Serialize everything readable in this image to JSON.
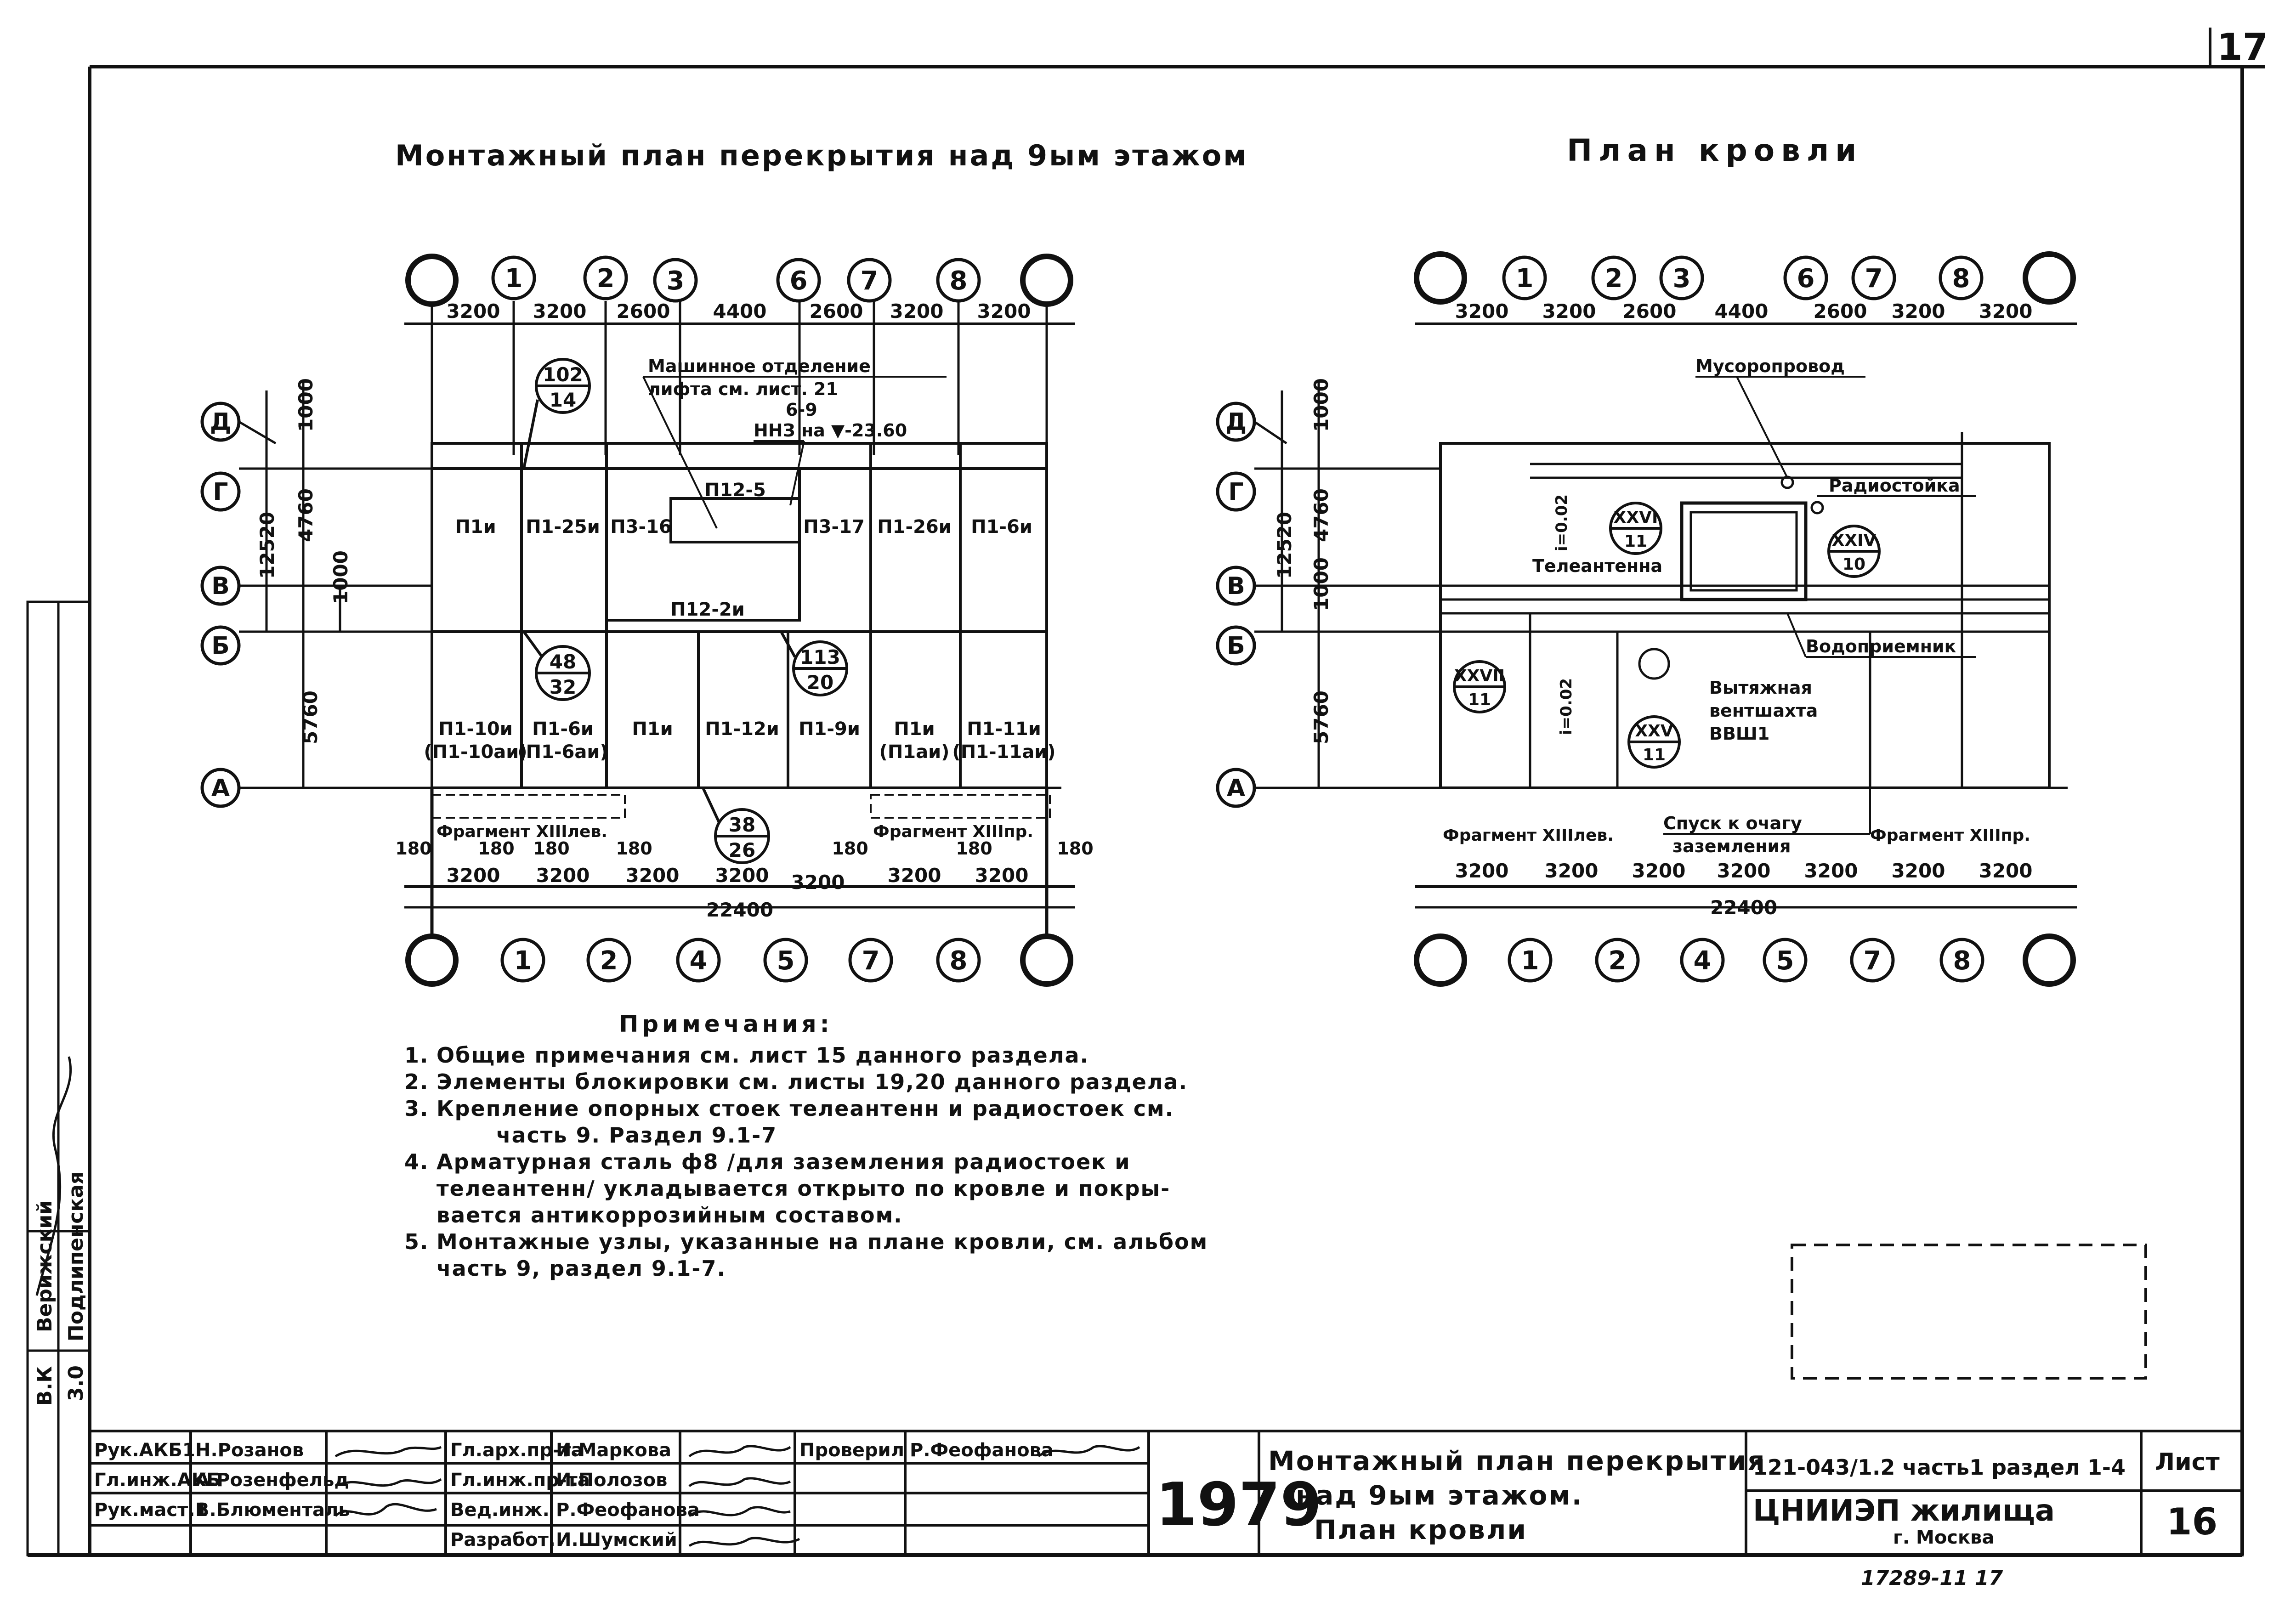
{
  "sheet_number_top": "17",
  "left_plan": {
    "title": "Монтажный план перекрытия над 9ым этажом",
    "axes_top": [
      "1",
      "2",
      "3",
      "6",
      "7",
      "8"
    ],
    "axes_bottom": [
      "1",
      "2",
      "4",
      "5",
      "7",
      "8"
    ],
    "axes_rows": [
      "Д",
      "Г",
      "В",
      "Б",
      "А"
    ],
    "top_dims": [
      "3200",
      "3200",
      "2600",
      "4400",
      "2600",
      "3200",
      "3200"
    ],
    "bottom_dims": [
      "3200",
      "3200",
      "3200",
      "3200",
      "3200",
      "3200",
      "3200"
    ],
    "total_dim": "22400",
    "side_dims_outer": [
      "1000",
      "4760",
      "12520",
      "1000",
      "5760"
    ],
    "edge_dims": [
      "180",
      "180",
      "180",
      "180",
      "180",
      "180",
      "180"
    ],
    "slabs_top": [
      "П1и",
      "П1-25и",
      "П3-16",
      "П3-17",
      "П1-26и",
      "П1-6и"
    ],
    "slabs_bottom": [
      "П1-10и",
      "(П1-10аи)",
      "П1-6и",
      "(П1-6аи)",
      "П1и",
      "П1-12и",
      "П1-9и",
      "П1и",
      "(П1аи)",
      "П1-11и",
      "(П1-11аи)"
    ],
    "slab_center_top": "П12-5",
    "slab_center_bottom": "П12-2и",
    "lift_note_1": "Машинное отделение",
    "lift_note_2": "лифта см. лист. 21",
    "lift_note_3": "6-9",
    "lift_note_4": "ННЗ на ▼-23.60",
    "callouts": [
      {
        "top": "102",
        "bottom": "14"
      },
      {
        "top": "48",
        "bottom": "32"
      },
      {
        "top": "113",
        "bottom": "20"
      },
      {
        "top": "38",
        "bottom": "26"
      }
    ],
    "fragment_left": "Фрагмент XIIIлев.",
    "fragment_right": "Фрагмент XIIIпр."
  },
  "right_plan": {
    "title": "План кровли",
    "axes_top": [
      "1",
      "2",
      "3",
      "6",
      "7",
      "8"
    ],
    "axes_bottom": [
      "1",
      "2",
      "4",
      "5",
      "7",
      "8"
    ],
    "axes_rows": [
      "Д",
      "Г",
      "В",
      "Б",
      "А"
    ],
    "top_dims": [
      "3200",
      "3200",
      "2600",
      "4400",
      "2600",
      "3200",
      "3200"
    ],
    "bottom_dims": [
      "3200",
      "3200",
      "3200",
      "3200",
      "3200",
      "3200",
      "3200"
    ],
    "total_dim": "22400",
    "side_dims": [
      "1000",
      "4760",
      "12520",
      "1000",
      "5760"
    ],
    "labels": {
      "garbage": "Мусоропровод",
      "radio": "Радиостойка",
      "tv": "Телеантенна",
      "water": "Водоприемник",
      "vent_1": "Вытяжная",
      "vent_2": "вентшахта",
      "vent_3": "ВВШ1",
      "ground_1": "Спуск к очагу",
      "ground_2": "заземления",
      "slope1": "i=0.02",
      "slope2": "i=0.02"
    },
    "callouts": [
      {
        "top": "XXVI",
        "bottom": "11"
      },
      {
        "top": "XXIV",
        "bottom": "10"
      },
      {
        "top": "XXVII",
        "bottom": "11"
      },
      {
        "top": "XXV",
        "bottom": "11"
      }
    ],
    "fragment_left": "Фрагмент XIIIлев.",
    "fragment_right": "Фрагмент XIIIпр."
  },
  "notes": {
    "heading": "Примечания:",
    "items": [
      {
        "n": "1.",
        "text": "Общие примечания см. лист 15 данного раздела."
      },
      {
        "n": "2.",
        "text": "Элементы блокировки см. листы 19,20 данного раздела."
      },
      {
        "n": "3.",
        "text": "Крепление опорных стоек телеантенн и радиостоек см.",
        "cont": "часть 9. Раздел 9.1-7"
      },
      {
        "n": "4.",
        "text": "Арматурная сталь ф8 /для заземления радиостоек и",
        "cont": "телеантенн/ укладывается открыто по кровле и покры-",
        "cont2": "вается антикоррозийным составом."
      },
      {
        "n": "5.",
        "text": "Монтажные узлы, указанные на плане кровли, см. альбом",
        "cont": "часть 9, раздел 9.1-7."
      }
    ]
  },
  "side_stamp": {
    "name1": "Верижский",
    "name2": "Подлипенская",
    "code1": "В.К",
    "code2": "3.0"
  },
  "title_block": {
    "roles": [
      {
        "role": "Рук.АКБ1",
        "name": "Н.Розанов"
      },
      {
        "role": "Гл.инж.АКБ",
        "name": "А.Розенфельд"
      },
      {
        "role": "Рук.маст.1",
        "name": "В.Блюменталь"
      }
    ],
    "roles2": [
      {
        "role": "Гл.арх.пр-та",
        "name": "И.Маркова"
      },
      {
        "role": "Гл.инж.пр-та",
        "name": "И.Полозов"
      },
      {
        "role": "Вед.инж.",
        "name": "Р.Феофанова"
      },
      {
        "role": "Разработ.",
        "name": "И.Шумский"
      }
    ],
    "checked_role": "Проверил",
    "checked_name": "Р.Феофанова",
    "year": "1979",
    "title_1": "Монтажный план перекрытия",
    "title_2": "над 9ым этажом.",
    "title_3": "План кровли",
    "code": "121-043/1.2 часть1 раздел 1-4",
    "org": "ЦНИИЭП жилища",
    "city": "г. Москва",
    "sheet_label": "Лист",
    "sheet_num": "16"
  },
  "bottom_note": "17289-11   17"
}
